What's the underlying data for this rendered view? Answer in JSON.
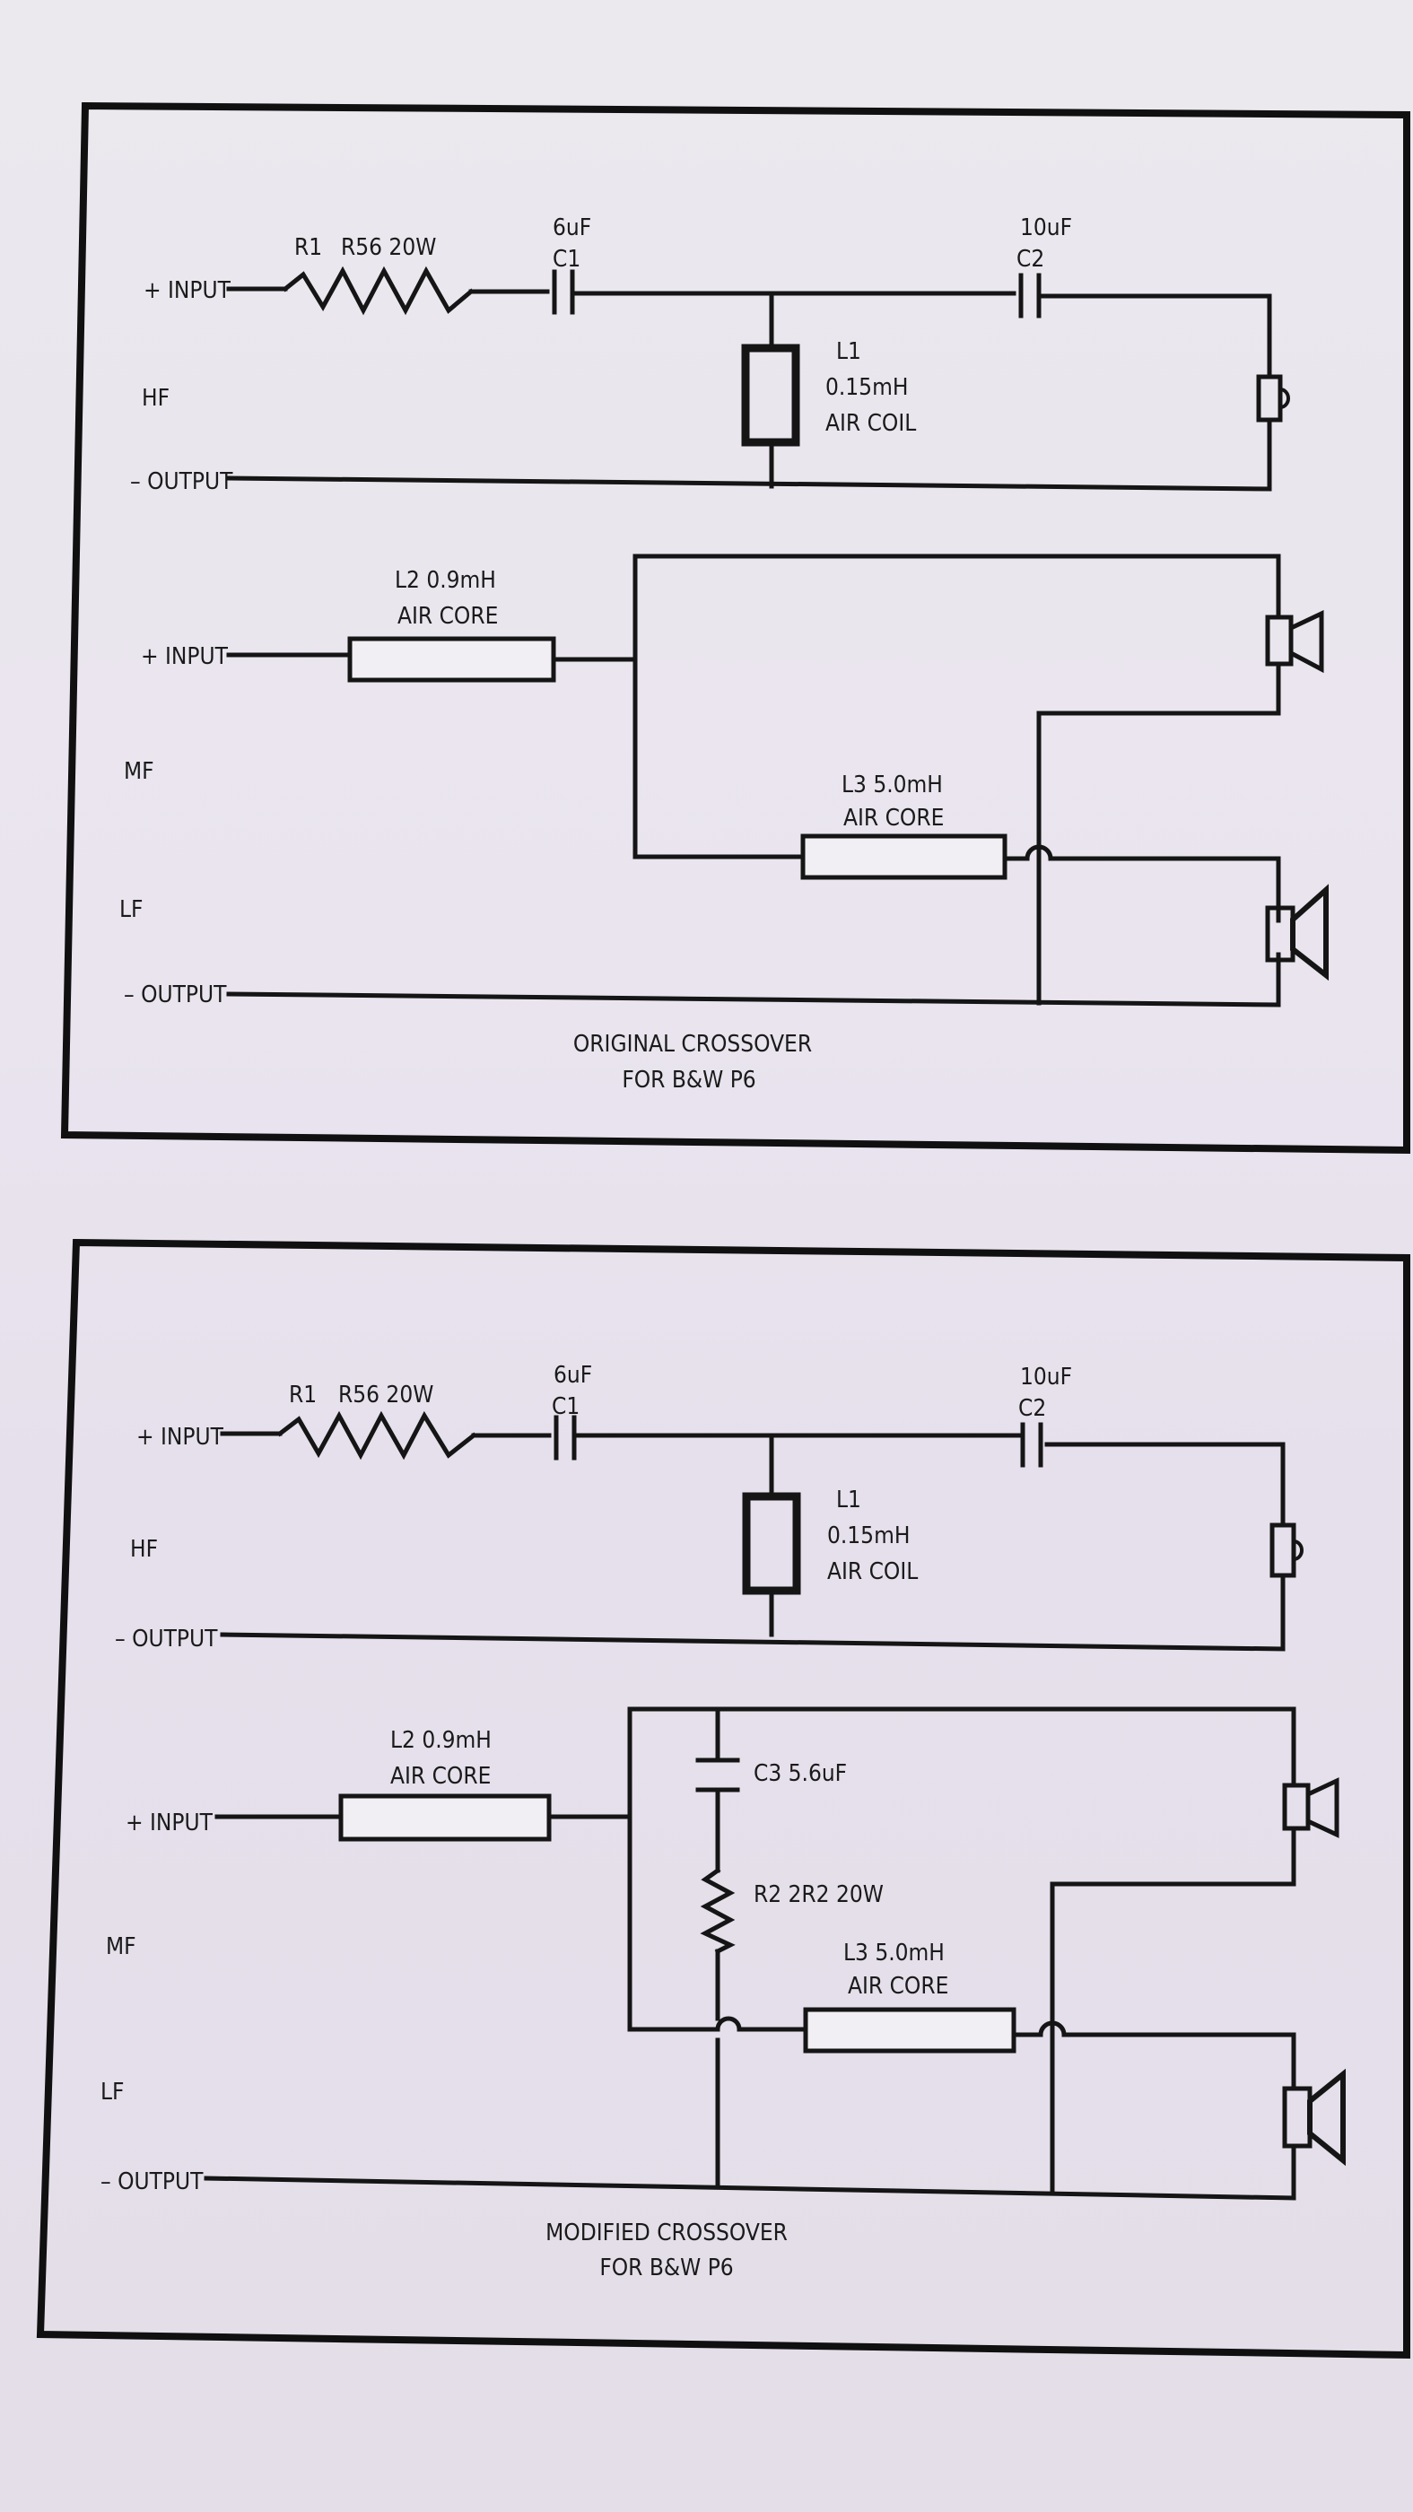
{
  "diagrams": [
    {
      "caption_line1": "ORIGINAL CROSSOVER",
      "caption_line2": "FOR B&W P6",
      "hf": {
        "input_label": "+ INPUT",
        "output_label": "– OUTPUT",
        "section_label": "HF",
        "r1_name": "R1",
        "r1_value": "R56 20W",
        "c1_value": "6uF",
        "c1_name": "C1",
        "c2_value": "10uF",
        "c2_name": "C2",
        "l1_name": "L1",
        "l1_value": "0.15mH",
        "l1_type": "AIR COIL"
      },
      "mf_lf": {
        "input_label": "+ INPUT",
        "output_label": "– OUTPUT",
        "mf_label": "MF",
        "lf_label": "LF",
        "l2_label": "L2  0.9mH",
        "l2_type": "AIR CORE",
        "l3_label": "L3 5.0mH",
        "l3_type": "AIR CORE"
      }
    },
    {
      "caption_line1": "MODIFIED CROSSOVER",
      "caption_line2": "FOR B&W P6",
      "hf": {
        "input_label": "+ INPUT",
        "output_label": "– OUTPUT",
        "section_label": "HF",
        "r1_name": "R1",
        "r1_value": "R56 20W",
        "c1_value": "6uF",
        "c1_name": "C1",
        "c2_value": "10uF",
        "c2_name": "C2",
        "l1_name": "L1",
        "l1_value": "0.15mH",
        "l1_type": "AIR COIL"
      },
      "mf_lf": {
        "input_label": "+ INPUT",
        "output_label": "– OUTPUT",
        "mf_label": "MF",
        "lf_label": "LF",
        "l2_label": "L2  0.9mH",
        "l2_type": "AIR CORE",
        "l3_label": "L3 5.0mH",
        "l3_type": "AIR CORE",
        "c3_label": "C3 5.6uF",
        "r2_label": "R2 2R2 20W"
      }
    }
  ]
}
